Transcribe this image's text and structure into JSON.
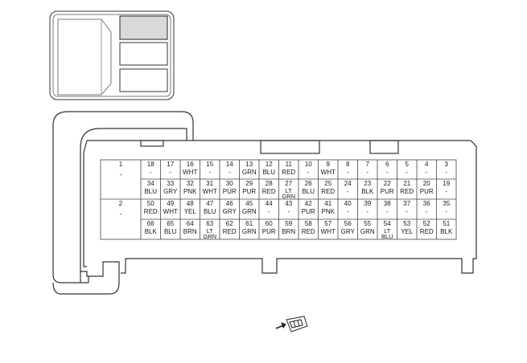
{
  "connector": {
    "rows": [
      {
        "wide": {
          "pin": "1",
          "color": "-"
        },
        "pins": [
          {
            "pin": "18",
            "color": "-"
          },
          {
            "pin": "17",
            "color": "-"
          },
          {
            "pin": "16",
            "color": "WHT"
          },
          {
            "pin": "15",
            "color": "-"
          },
          {
            "pin": "14",
            "color": "-"
          },
          {
            "pin": "13",
            "color": "GRN"
          },
          {
            "pin": "12",
            "color": "BLU"
          },
          {
            "pin": "11",
            "color": "RED"
          },
          {
            "pin": "10",
            "color": "-"
          },
          {
            "pin": "9",
            "color": "WHT"
          },
          {
            "pin": "8",
            "color": "-"
          },
          {
            "pin": "7",
            "color": "-"
          },
          {
            "pin": "6",
            "color": "-"
          },
          {
            "pin": "5",
            "color": "-"
          },
          {
            "pin": "4",
            "color": "-"
          },
          {
            "pin": "3",
            "color": "-"
          }
        ]
      },
      {
        "wide": null,
        "pins": [
          {
            "pin": "34",
            "color": "BLU"
          },
          {
            "pin": "33",
            "color": "GRY"
          },
          {
            "pin": "32",
            "color": "PNK"
          },
          {
            "pin": "31",
            "color": "WHT"
          },
          {
            "pin": "30",
            "color": "PUR"
          },
          {
            "pin": "29",
            "color": "PUR"
          },
          {
            "pin": "28",
            "color": "RED"
          },
          {
            "pin": "27",
            "color": "LT GRN"
          },
          {
            "pin": "26",
            "color": "BLU"
          },
          {
            "pin": "25",
            "color": "RED"
          },
          {
            "pin": "24",
            "color": "-"
          },
          {
            "pin": "23",
            "color": "BLK"
          },
          {
            "pin": "22",
            "color": "PUR"
          },
          {
            "pin": "21",
            "color": "RED"
          },
          {
            "pin": "20",
            "color": "PUR"
          },
          {
            "pin": "19",
            "color": "-"
          }
        ]
      },
      {
        "wide": {
          "pin": "2",
          "color": "-"
        },
        "pins": [
          {
            "pin": "50",
            "color": "RED"
          },
          {
            "pin": "49",
            "color": "WHT"
          },
          {
            "pin": "48",
            "color": "YEL"
          },
          {
            "pin": "47",
            "color": "BLU"
          },
          {
            "pin": "46",
            "color": "GRY"
          },
          {
            "pin": "45",
            "color": "GRN"
          },
          {
            "pin": "44",
            "color": "-"
          },
          {
            "pin": "43",
            "color": "-"
          },
          {
            "pin": "42",
            "color": "PUR"
          },
          {
            "pin": "41",
            "color": "PNK"
          },
          {
            "pin": "40",
            "color": "-"
          },
          {
            "pin": "39",
            "color": "-"
          },
          {
            "pin": "38",
            "color": "-"
          },
          {
            "pin": "37",
            "color": "-"
          },
          {
            "pin": "36",
            "color": "-"
          },
          {
            "pin": "35",
            "color": "-"
          }
        ]
      },
      {
        "wide": null,
        "pins": [
          {
            "pin": "66",
            "color": "BLK"
          },
          {
            "pin": "65",
            "color": "BLU"
          },
          {
            "pin": "64",
            "color": "BRN"
          },
          {
            "pin": "63",
            "color": "LT GRN"
          },
          {
            "pin": "62",
            "color": "RED"
          },
          {
            "pin": "61",
            "color": "GRN"
          },
          {
            "pin": "60",
            "color": "PUR"
          },
          {
            "pin": "59",
            "color": "BRN"
          },
          {
            "pin": "58",
            "color": "RED"
          },
          {
            "pin": "57",
            "color": "WHT"
          },
          {
            "pin": "56",
            "color": "GRY"
          },
          {
            "pin": "55",
            "color": "GRN"
          },
          {
            "pin": "54",
            "color": "LT BLU"
          },
          {
            "pin": "53",
            "color": "YEL"
          },
          {
            "pin": "52",
            "color": "RED"
          },
          {
            "pin": "51",
            "color": "BLK"
          }
        ]
      }
    ]
  },
  "colors": {
    "outline": "#333333",
    "grid": "#444444",
    "highlight": "#d9d9d9"
  },
  "icons": {
    "locator": "connector-locator-outline",
    "terminal_view": "terminal-side-view-icon"
  }
}
